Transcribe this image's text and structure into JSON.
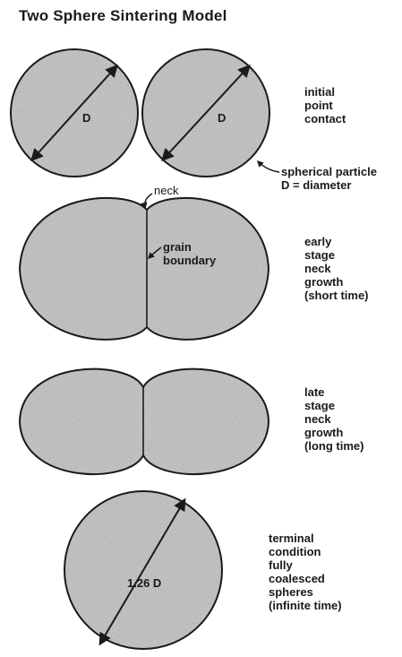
{
  "title": "Two Sphere Sintering Model",
  "stages": [
    {
      "lines": [
        "initial",
        "point",
        "contact"
      ]
    },
    {
      "lines": [
        "early",
        "stage",
        "neck",
        "growth",
        "(short time)"
      ]
    },
    {
      "lines": [
        "late",
        "stage",
        "neck",
        "growth",
        "(long time)"
      ]
    },
    {
      "lines": [
        "terminal",
        "condition",
        "fully",
        "coalesced",
        "spheres",
        "(infinite time)"
      ]
    }
  ],
  "annotations": {
    "diameter_left": "D",
    "diameter_right": "D",
    "particle_line1": "spherical particle",
    "particle_line2": "D = diameter",
    "neck": "neck",
    "gb_line1": "grain",
    "gb_line2": "boundary",
    "terminal_diameter": "1.26 D"
  },
  "colors": {
    "ink": "#1a1a1a",
    "fill": "#bdbdbd"
  }
}
